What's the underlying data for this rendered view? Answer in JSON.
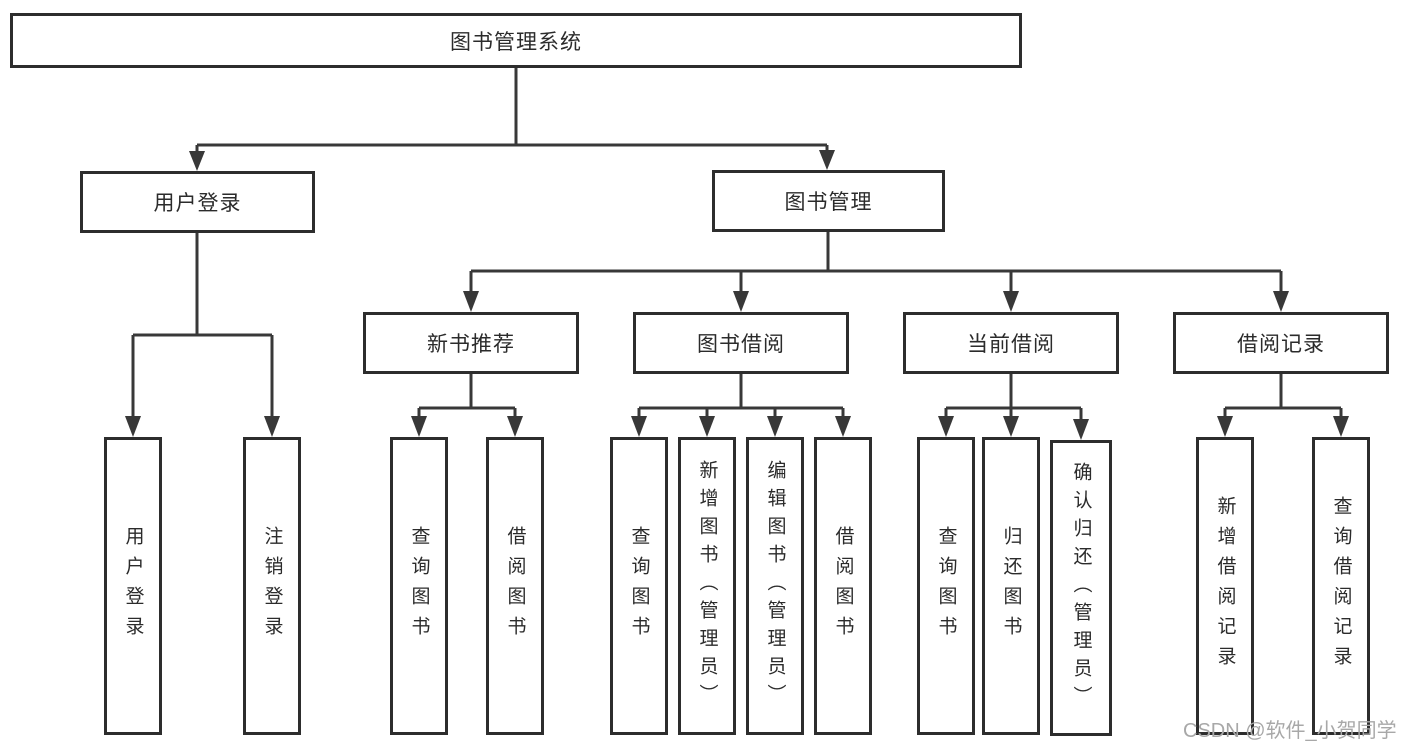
{
  "diagram": {
    "title": "图书管理系统",
    "type": "hierarchy-tree",
    "colors": {
      "line": "#383838",
      "border": "#2d2d2d",
      "text": "#2b2b2b",
      "background": "#ffffff",
      "watermark": "#a8a8a8"
    }
  },
  "tree": {
    "label": "图书管理系统",
    "children": [
      {
        "label": "用户登录",
        "children": [
          {
            "label": "用户登录"
          },
          {
            "label": "注销登录"
          }
        ]
      },
      {
        "label": "图书管理",
        "children": [
          {
            "label": "新书推荐",
            "children": [
              {
                "label": "查询图书"
              },
              {
                "label": "借阅图书"
              }
            ]
          },
          {
            "label": "图书借阅",
            "children": [
              {
                "label": "查询图书"
              },
              {
                "label": "新增图书（管理员）"
              },
              {
                "label": "编辑图书（管理员）"
              },
              {
                "label": "借阅图书"
              }
            ]
          },
          {
            "label": "当前借阅",
            "children": [
              {
                "label": "查询图书"
              },
              {
                "label": "归还图书"
              },
              {
                "label": "确认归还（管理员）"
              }
            ]
          },
          {
            "label": "借阅记录",
            "children": [
              {
                "label": "新增借阅记录"
              },
              {
                "label": "查询借阅记录"
              }
            ]
          }
        ]
      }
    ]
  },
  "watermark": {
    "text": "CSDN @软件_小贺同学"
  }
}
